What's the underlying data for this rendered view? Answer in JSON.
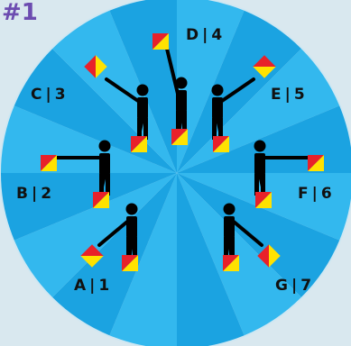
{
  "badge": "#1",
  "colors": {
    "background": "#d9e8ef",
    "disk_light": "#33b8ee",
    "disk_dark": "#1ba3e1",
    "rim": "#cfe7f2",
    "badge": "#6c4cb0",
    "figure": "#000000",
    "flag_red": "#e8212a",
    "flag_yellow": "#ffe200",
    "label": "#111111"
  },
  "signals": [
    {
      "letter": "A",
      "number": "1"
    },
    {
      "letter": "B",
      "number": "2"
    },
    {
      "letter": "C",
      "number": "3"
    },
    {
      "letter": "D",
      "number": "4"
    },
    {
      "letter": "E",
      "number": "5"
    },
    {
      "letter": "F",
      "number": "6"
    },
    {
      "letter": "G",
      "number": "7"
    }
  ]
}
